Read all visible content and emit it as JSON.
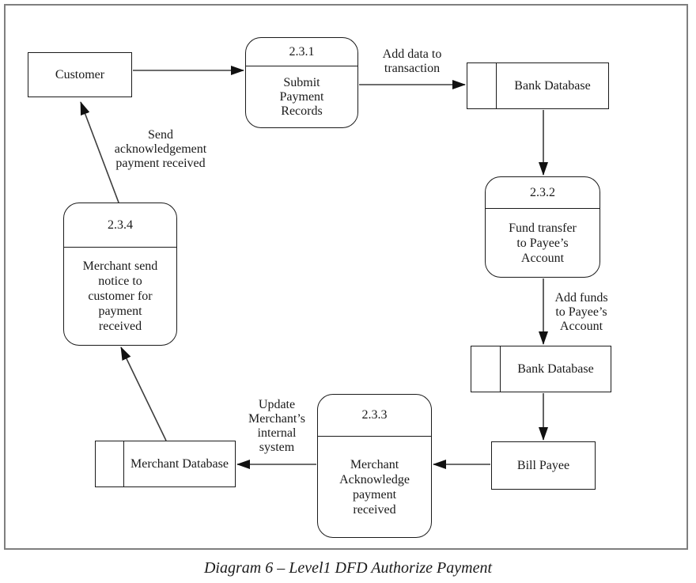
{
  "page": {
    "caption": "Diagram 6 – Level1 DFD Authorize Payment"
  },
  "colors": {
    "frame_border": "#7f7f7f",
    "shape_border": "#1a1a1a",
    "arrow_line": "#3d3d3d",
    "arrow_head": "#111111",
    "text": "#1a1a1a",
    "background": "#ffffff"
  },
  "nodes": {
    "customer": {
      "type": "external-entity",
      "label": "Customer"
    },
    "p231": {
      "type": "process",
      "number": "2.3.1",
      "label": "Submit\nPayment\nRecords"
    },
    "bankdb1": {
      "type": "data-store",
      "label": "Bank Database"
    },
    "p232": {
      "type": "process",
      "number": "2.3.2",
      "label": "Fund transfer\nto Payee’s\nAccount"
    },
    "bankdb2": {
      "type": "data-store",
      "label": "Bank Database"
    },
    "billpayee": {
      "type": "external-entity",
      "label": "Bill Payee"
    },
    "p233": {
      "type": "process",
      "number": "2.3.3",
      "label": "Merchant\nAcknowledge\npayment\nreceived"
    },
    "merchantdb": {
      "type": "data-store",
      "label": "Merchant Database"
    },
    "p234": {
      "type": "process",
      "number": "2.3.4",
      "label": "Merchant send\nnotice to\ncustomer for\npayment\nreceived"
    }
  },
  "flow_labels": {
    "add_data": "Add data to\ntransaction",
    "add_funds": "Add funds\nto Payee’s\nAccount",
    "update_merchant": "Update\nMerchant’s\ninternal\nsystem",
    "send_ack": "Send\nacknowledgement\npayment received"
  }
}
